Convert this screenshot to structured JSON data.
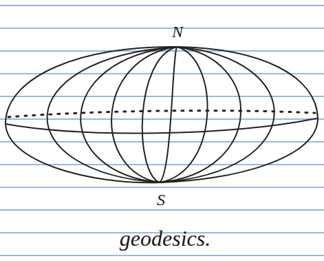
{
  "diagram": {
    "labels": [
      "N",
      "S",
      "geodesics."
    ]
  }
}
